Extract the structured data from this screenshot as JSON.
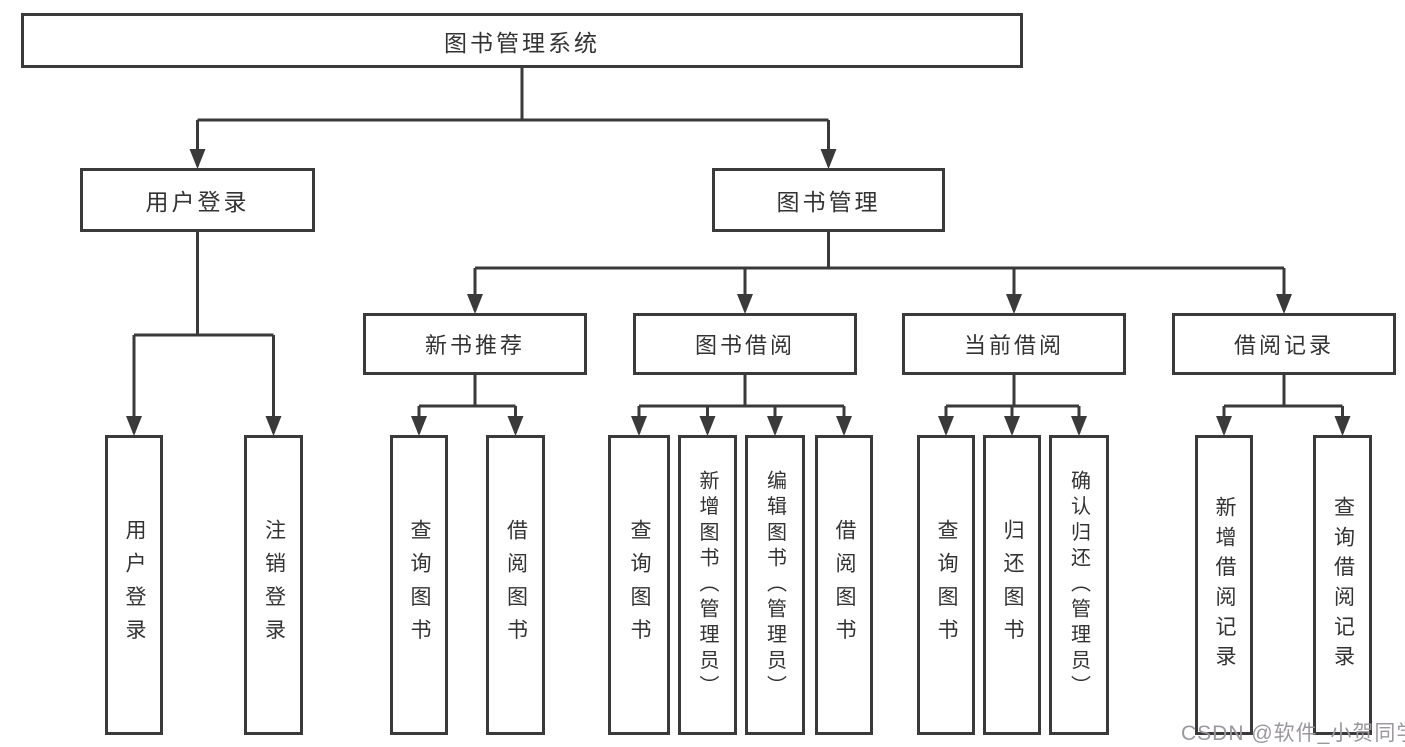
{
  "diagram": {
    "root": {
      "label": "图书管理系统"
    },
    "branches": {
      "user_login": {
        "label": "用户登录",
        "children": [
          {
            "label": "用户登录"
          },
          {
            "label": "注销登录"
          }
        ]
      },
      "book_management": {
        "label": "图书管理",
        "sections": [
          {
            "label": "新书推荐",
            "children": [
              {
                "label": "查询图书"
              },
              {
                "label": "借阅图书"
              }
            ]
          },
          {
            "label": "图书借阅",
            "children": [
              {
                "label": "查询图书"
              },
              {
                "label": "新增图书（管理员）"
              },
              {
                "label": "编辑图书（管理员）"
              },
              {
                "label": "借阅图书"
              }
            ]
          },
          {
            "label": "当前借阅",
            "children": [
              {
                "label": "查询图书"
              },
              {
                "label": "归还图书"
              },
              {
                "label": "确认归还（管理员）"
              }
            ]
          },
          {
            "label": "借阅记录",
            "children": [
              {
                "label": "新增借阅记录"
              },
              {
                "label": "查询借阅记录"
              }
            ]
          }
        ]
      }
    }
  },
  "watermark": {
    "text": "CSDN @软件_小贺同学"
  },
  "colors": {
    "line": "#3a3a3a",
    "text": "#333333",
    "watermark_text": "#9b979e",
    "background": "#ffffff"
  }
}
